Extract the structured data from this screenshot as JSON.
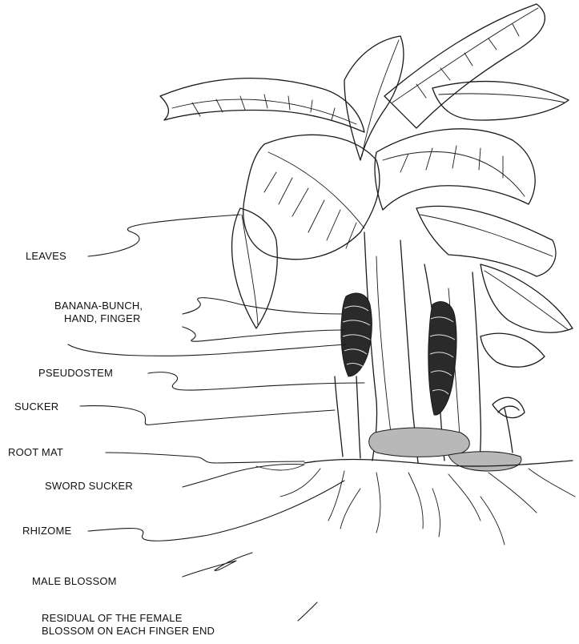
{
  "labels": {
    "leaves": "LEAVES",
    "banana_bunch_line1": "BANANA-BUNCH,",
    "banana_bunch_line2": "HAND, FINGER",
    "pseudostem": "PSEUDOSTEM",
    "sucker": "SUCKER",
    "root_mat": "ROOT MAT",
    "sword_sucker": "SWORD SUCKER",
    "rhizome": "RHIZOME",
    "male_blossom": "MALE BLOSSOM",
    "residual_line1": "RESIDUAL OF THE FEMALE",
    "residual_line2": "BLOSSOM ON EACH FINGER END"
  },
  "colors": {
    "ink": "#1a1a1a",
    "background": "#ffffff",
    "shading": "#b8b8b8"
  }
}
